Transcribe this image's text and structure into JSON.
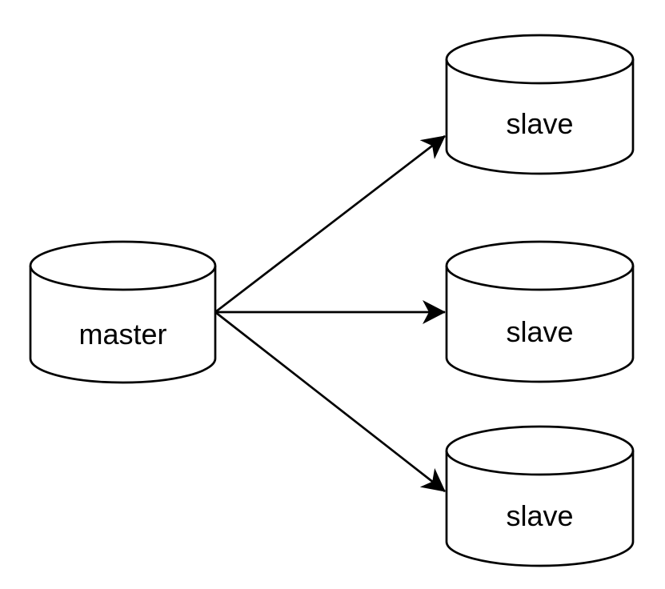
{
  "diagram": {
    "type": "database-replication-topology",
    "background_color": "#ffffff",
    "node_fill_color": "#ffffff",
    "node_stroke_color": "#000000",
    "text_color": "#000000",
    "nodes": [
      {
        "id": "master",
        "label": "master",
        "shape": "database-cylinder"
      },
      {
        "id": "slave-top",
        "label": "slave",
        "shape": "database-cylinder"
      },
      {
        "id": "slave-middle",
        "label": "slave",
        "shape": "database-cylinder"
      },
      {
        "id": "slave-bottom",
        "label": "slave",
        "shape": "database-cylinder"
      }
    ],
    "edges": [
      {
        "from": "master",
        "to": "slave-top",
        "style": "solid-arrow"
      },
      {
        "from": "master",
        "to": "slave-middle",
        "style": "solid-arrow"
      },
      {
        "from": "master",
        "to": "slave-bottom",
        "style": "solid-arrow"
      }
    ]
  }
}
